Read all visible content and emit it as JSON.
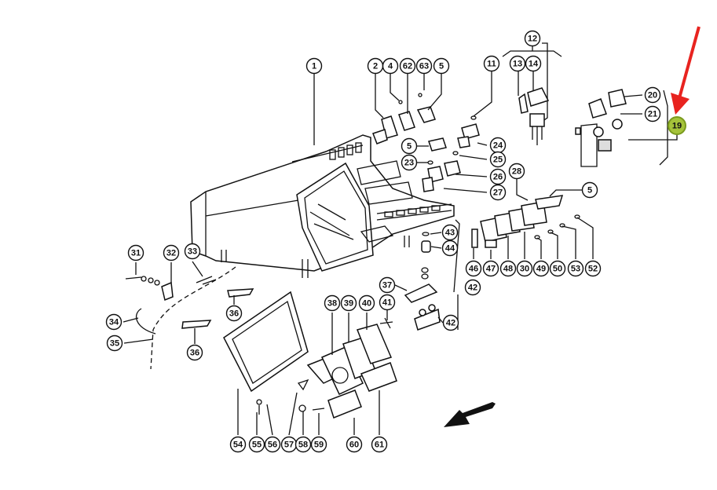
{
  "diagram": {
    "title": "Instrument panel / dashboard exploded parts diagram",
    "highlighted_part": "19",
    "highlight_color": "#a5c33a",
    "pointer_arrow_color": "#e8231f",
    "callouts": [
      {
        "id": "c1",
        "label": "1"
      },
      {
        "id": "c2",
        "label": "2"
      },
      {
        "id": "c4",
        "label": "4"
      },
      {
        "id": "c62",
        "label": "62"
      },
      {
        "id": "c63",
        "label": "63"
      },
      {
        "id": "c5a",
        "label": "5"
      },
      {
        "id": "c11",
        "label": "11"
      },
      {
        "id": "c12",
        "label": "12"
      },
      {
        "id": "c13",
        "label": "13"
      },
      {
        "id": "c14",
        "label": "14"
      },
      {
        "id": "c20",
        "label": "20"
      },
      {
        "id": "c21",
        "label": "21"
      },
      {
        "id": "c19",
        "label": "19"
      },
      {
        "id": "c5b",
        "label": "5"
      },
      {
        "id": "c24",
        "label": "24"
      },
      {
        "id": "c23",
        "label": "23"
      },
      {
        "id": "c25",
        "label": "25"
      },
      {
        "id": "c26",
        "label": "26"
      },
      {
        "id": "c27",
        "label": "27"
      },
      {
        "id": "c28",
        "label": "28"
      },
      {
        "id": "c5c",
        "label": "5"
      },
      {
        "id": "c43",
        "label": "43"
      },
      {
        "id": "c44",
        "label": "44"
      },
      {
        "id": "c46",
        "label": "46"
      },
      {
        "id": "c47",
        "label": "47"
      },
      {
        "id": "c48",
        "label": "48"
      },
      {
        "id": "c30",
        "label": "30"
      },
      {
        "id": "c49",
        "label": "49"
      },
      {
        "id": "c50",
        "label": "50"
      },
      {
        "id": "c53",
        "label": "53"
      },
      {
        "id": "c52",
        "label": "52"
      },
      {
        "id": "c31",
        "label": "31"
      },
      {
        "id": "c32",
        "label": "32"
      },
      {
        "id": "c33",
        "label": "33"
      },
      {
        "id": "c34",
        "label": "34"
      },
      {
        "id": "c35",
        "label": "35"
      },
      {
        "id": "c36a",
        "label": "36"
      },
      {
        "id": "c36b",
        "label": "36"
      },
      {
        "id": "c37",
        "label": "37"
      },
      {
        "id": "c42a",
        "label": "42"
      },
      {
        "id": "c42b",
        "label": "42"
      },
      {
        "id": "c41",
        "label": "41"
      },
      {
        "id": "c38",
        "label": "38"
      },
      {
        "id": "c39",
        "label": "39"
      },
      {
        "id": "c40",
        "label": "40"
      },
      {
        "id": "c54",
        "label": "54"
      },
      {
        "id": "c55",
        "label": "55"
      },
      {
        "id": "c56",
        "label": "56"
      },
      {
        "id": "c57",
        "label": "57"
      },
      {
        "id": "c58",
        "label": "58"
      },
      {
        "id": "c59",
        "label": "59"
      },
      {
        "id": "c60",
        "label": "60"
      },
      {
        "id": "c61",
        "label": "61"
      }
    ]
  }
}
